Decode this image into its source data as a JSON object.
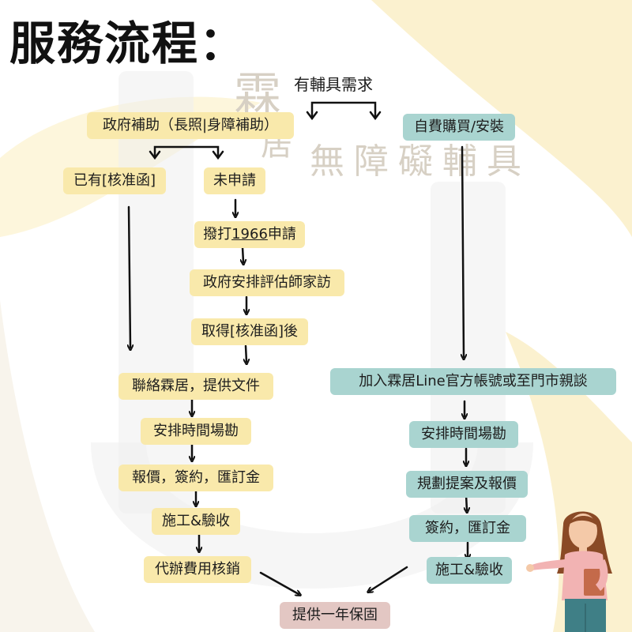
{
  "title": "服務流程：",
  "watermark": {
    "line1": "霖",
    "line2": "居",
    "slogan": "無障礙輔具"
  },
  "nodes": {
    "need": "有輔具需求",
    "gov": "政府補助（長照|身障補助）",
    "self": "自費購買/安裝",
    "has_letter": "已有[核准函]",
    "not_applied": "未申請",
    "call_prefix": "撥打",
    "call_number": "1966",
    "call_suffix": "申請",
    "gov_visit": "政府安排評估師家訪",
    "get_letter": "取得[核准函]後",
    "contact_docs": "聯絡霖居，提供文件",
    "line_join": "加入霖居Line官方帳號或至門市親談",
    "site_left": "安排時間場勘",
    "site_right": "安排時間場勘",
    "quote_left": "報價，簽約，匯訂金",
    "plan_quote": "規劃提案及報價",
    "sign_right": "簽約，匯訂金",
    "build_left": "施工&驗收",
    "build_right": "施工&驗收",
    "reimburse": "代辦費用核銷",
    "warranty": "提供一年保固"
  },
  "colors": {
    "yellow": "#f9e9ab",
    "teal": "#a9d4d0",
    "pink": "#e3c7c3",
    "background_accent": "#fbf1cf"
  }
}
